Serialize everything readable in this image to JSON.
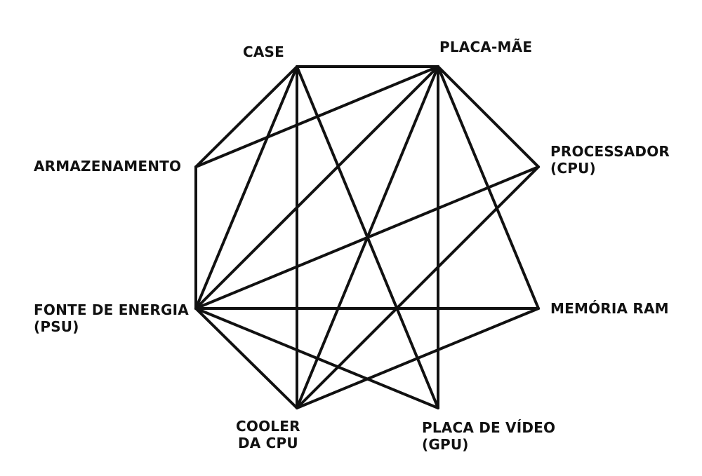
{
  "colors": {
    "edge": "#111111",
    "label": "#111111",
    "background": "#ffffff"
  },
  "nodes": {
    "case": {
      "lines": [
        "CASE"
      ]
    },
    "motherboard": {
      "lines": [
        "PLACA-MÃE"
      ]
    },
    "storage": {
      "lines": [
        "ARMAZENAMENTO"
      ]
    },
    "cpu": {
      "lines": [
        "PROCESSADOR",
        "(CPU)"
      ]
    },
    "psu": {
      "lines": [
        "FONTE DE ENERGIA",
        "(PSU)"
      ]
    },
    "ram": {
      "lines": [
        "MEMÓRIA RAM"
      ]
    },
    "cooler": {
      "lines": [
        "COOLER",
        "DA CPU"
      ]
    },
    "gpu": {
      "lines": [
        "PLACA DE VÍDEO",
        "(GPU)"
      ]
    }
  },
  "edges": [
    [
      "case",
      "motherboard"
    ],
    [
      "case",
      "storage"
    ],
    [
      "case",
      "psu"
    ],
    [
      "case",
      "cooler"
    ],
    [
      "case",
      "gpu"
    ],
    [
      "motherboard",
      "storage"
    ],
    [
      "motherboard",
      "cpu"
    ],
    [
      "motherboard",
      "psu"
    ],
    [
      "motherboard",
      "ram"
    ],
    [
      "motherboard",
      "cooler"
    ],
    [
      "motherboard",
      "gpu"
    ],
    [
      "storage",
      "psu"
    ],
    [
      "cpu",
      "psu"
    ],
    [
      "cpu",
      "cooler"
    ],
    [
      "psu",
      "ram"
    ],
    [
      "psu",
      "cooler"
    ],
    [
      "psu",
      "gpu"
    ],
    [
      "ram",
      "cooler"
    ]
  ]
}
